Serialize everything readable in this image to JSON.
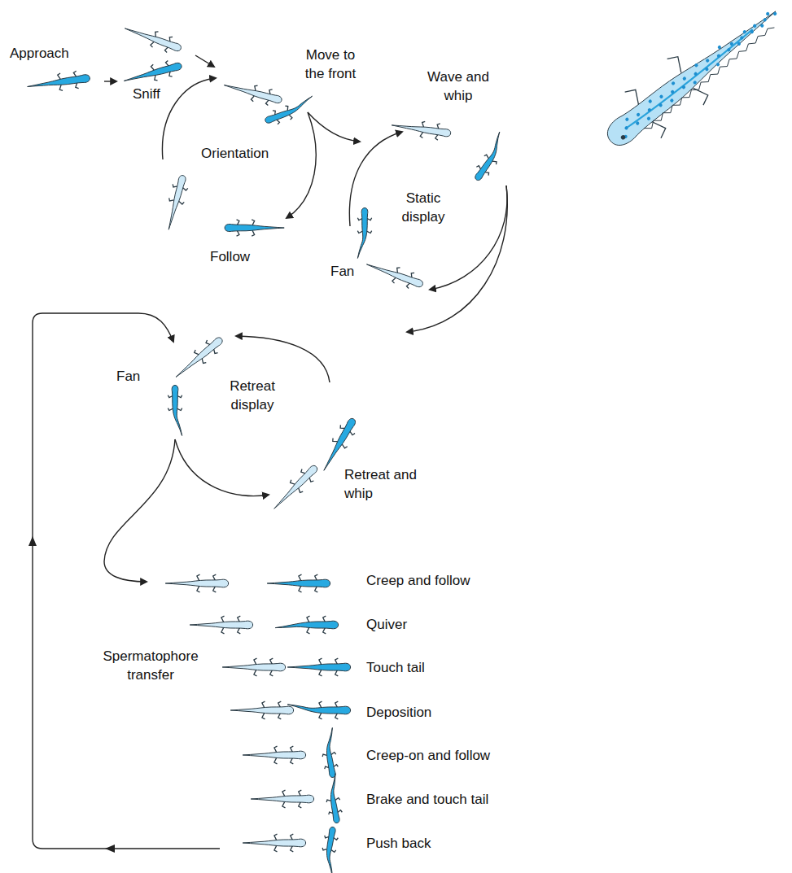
{
  "diagram": {
    "labels": [
      "Approach",
      "Sniff",
      "Move to the front",
      "Wave and whip",
      "Orientation",
      "Static display",
      "Follow",
      "Fan",
      "Fan",
      "Retreat display",
      "Retreat and whip",
      "Creep and follow",
      "Quiver",
      "Spermatophore transfer",
      "Touch tail",
      "Deposition",
      "Creep-on and follow",
      "Brake and touch tail",
      "Push back"
    ]
  }
}
